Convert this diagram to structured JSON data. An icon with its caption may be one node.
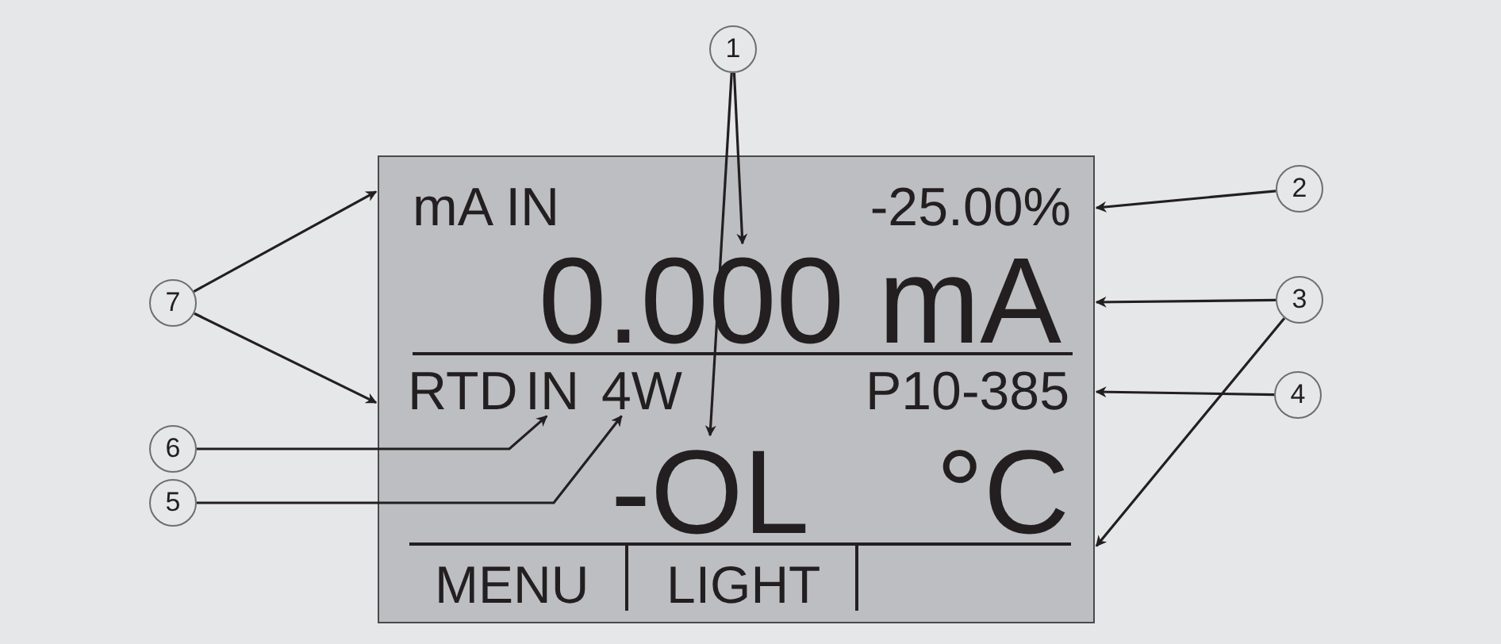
{
  "diagram": {
    "nodes": [
      {
        "text": [],
        "shape": "box"
      },
      {
        "text": [
          "1"
        ]
      },
      {
        "text": [
          "mA IN"
        ],
        "in": 0
      },
      {
        "text": [
          "-25.00%"
        ],
        "in": 0
      },
      {
        "text": [
          "2"
        ]
      },
      {
        "text": [
          "0.000 mA"
        ],
        "in": 0
      },
      {
        "text": [
          "3"
        ]
      },
      {
        "text": [
          "7"
        ]
      },
      {
        "text": [
          "RTD"
        ],
        "in": 0
      },
      {
        "text": [
          "IN"
        ],
        "in": 0
      },
      {
        "text": [
          "4W"
        ],
        "in": 0
      },
      {
        "text": [
          "P10-385"
        ],
        "in": 0
      },
      {
        "text": [
          "4"
        ]
      },
      {
        "text": [
          "6"
        ]
      },
      {
        "text": [
          "5"
        ]
      },
      {
        "text": [
          "-OL"
        ],
        "in": 0
      },
      {
        "text": [
          "°C"
        ],
        "in": 0
      },
      {
        "text": [
          "MENU"
        ],
        "in": 0
      },
      {
        "text": [
          "LIGHT"
        ],
        "in": 0
      }
    ],
    "edges": [
      {
        "from": 1,
        "to": 5,
        "arrow": "to"
      },
      {
        "from": 1,
        "to": 15,
        "arrow": "to"
      },
      {
        "from": 4,
        "to": 3,
        "arrow": "to"
      },
      {
        "from": 6,
        "to": 5,
        "arrow": "to"
      },
      {
        "from": 6,
        "to": 16,
        "arrow": "to"
      },
      {
        "from": 12,
        "to": 11,
        "arrow": "to"
      },
      {
        "from": 7,
        "to": 2,
        "arrow": "to"
      },
      {
        "from": 7,
        "to": 8,
        "arrow": "to"
      },
      {
        "from": 13,
        "to": 9,
        "arrow": "to"
      },
      {
        "from": 14,
        "to": 10,
        "arrow": "to"
      }
    ]
  }
}
